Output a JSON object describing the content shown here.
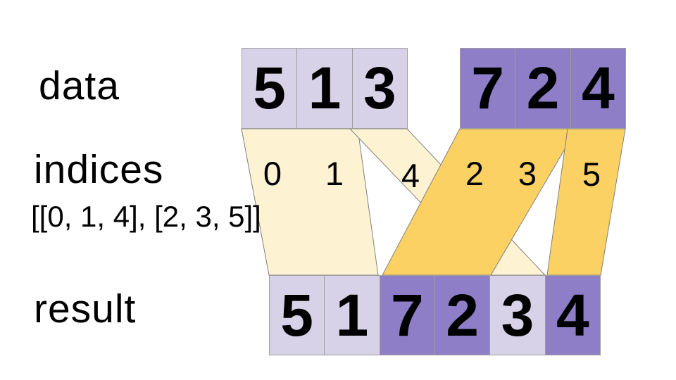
{
  "labels": {
    "data": "data",
    "indices": "indices",
    "indices_value": "[[0, 1, 4], [2, 3, 5]]",
    "result": "result"
  },
  "colors": {
    "lavender": "#d8d2e8",
    "purple": "#8d7ec7",
    "cream": "#fdf2d2",
    "gold": "#fbd164",
    "cell-border": "#9e9e9e",
    "band-stroke": "#808080",
    "text": "#000000"
  },
  "data_array_1": [
    "5",
    "1",
    "3"
  ],
  "data_array_2": [
    "7",
    "2",
    "4"
  ],
  "index_labels": [
    "0",
    "1",
    "4",
    "2",
    "3",
    "5"
  ],
  "result_array": [
    "5",
    "1",
    "7",
    "2",
    "3",
    "4"
  ],
  "result_cell_styles": [
    "lavender",
    "lavender",
    "purple",
    "purple",
    "lavender",
    "purple"
  ]
}
